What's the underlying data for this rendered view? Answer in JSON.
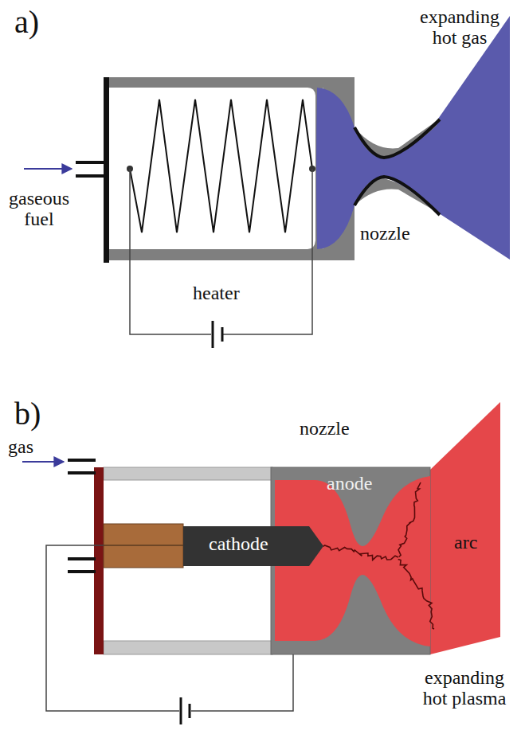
{
  "diagram": {
    "labels": [
      "a)",
      "expanding hot gas",
      "gaseous fuel",
      "nozzle",
      "heater",
      "b)",
      "nozzle",
      "gas",
      "anode",
      "cathode",
      "arc",
      "expanding hot plasma"
    ]
  }
}
